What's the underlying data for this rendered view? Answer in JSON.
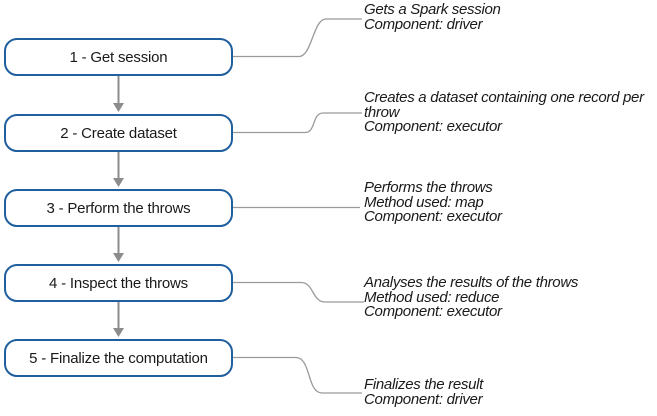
{
  "diagram": {
    "steps": [
      {
        "label": "1 - Get session"
      },
      {
        "label": "2 - Create dataset"
      },
      {
        "label": "3 - Perform the throws"
      },
      {
        "label": "4 - Inspect the throws"
      },
      {
        "label": "5 - Finalize the computation"
      }
    ],
    "annotations": [
      {
        "lines": [
          "Gets a Spark session",
          "Component: driver"
        ]
      },
      {
        "lines": [
          "Creates a dataset containing one record per",
          "throw",
          "Component: executor"
        ]
      },
      {
        "lines": [
          "Performs the throws",
          "Method used: map",
          "Component: executor"
        ]
      },
      {
        "lines": [
          "Analyses the results of the throws",
          "Method used: reduce",
          "Component: executor"
        ]
      },
      {
        "lines": [
          "Finalizes the result",
          "Component: driver"
        ]
      }
    ],
    "colors": {
      "box_border": "#1f5f9e",
      "box_fill": "#ffffff",
      "connector": "#9a9a9a",
      "arrow": "#8c8c8c",
      "text": "#1a1a1a"
    }
  }
}
